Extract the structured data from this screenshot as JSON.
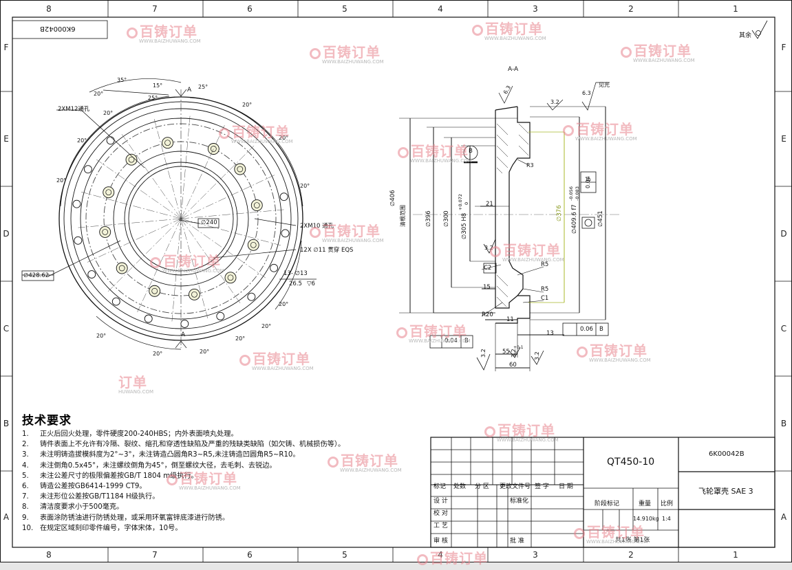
{
  "zones": {
    "columns": [
      "8",
      "7",
      "6",
      "5",
      "4",
      "3",
      "2",
      "1"
    ],
    "rows": [
      "F",
      "E",
      "D",
      "C",
      "B",
      "A"
    ]
  },
  "drawing_no_box": "6K00042B",
  "roughness_else": "其余",
  "view_section_label": "A-A",
  "circular_view": {
    "angles": [
      "35°",
      "15°",
      "25°",
      "25°",
      "20°",
      "20°",
      "20°",
      "20°",
      "20°",
      "20°",
      "20°",
      "20°",
      "20°",
      "20°",
      "20°",
      "20°",
      "20°"
    ],
    "section_mark_a": "A",
    "callouts": {
      "tap_top": "2XM12通孔",
      "tap_right": "2XM10 通孔",
      "holes": "12X ∅11 贯穿 EQS",
      "pcd": "∅240",
      "od": "∅428.62",
      "thread": "13- ∅13",
      "depth": "26.5",
      "depth_sym": "▽6"
    }
  },
  "section_view": {
    "dims": {
      "d406": "∅406",
      "d406_note": "清根范围",
      "d396": "∅396",
      "d300": "∅300",
      "d305": "∅305 H8",
      "tol305_u": "+0.072",
      "tol305_l": "0",
      "d376": "∅376",
      "d409": "∅409.6 f7",
      "tol409_u": "-0.056",
      "tol409_l": "-0.083",
      "d451": "∅451",
      "r5a": "R5",
      "r5b": "R5",
      "r20": "R20",
      "c1": "C1",
      "c2": "C2",
      "r3": "R3",
      "w21": "21",
      "w15": "15",
      "w11": "11",
      "w13": "13",
      "w55": "55",
      "w55_tol_u": "+0.1",
      "w55_tol_l": "0",
      "w60": "60",
      "rough_63a": "6.3",
      "rough_63b": "6.3",
      "rough_32a": "3.2",
      "rough_32b": "3.2",
      "rough_32c": "3.2",
      "rough_32d": "3.2",
      "rough_32e": "3.2",
      "rough_note": "见光",
      "datum_b": "B",
      "runout_1": "0.06",
      "runout_2": "0.04",
      "flat_1": "0.04",
      "fcf_b1": "B",
      "fcf_b2": "B"
    }
  },
  "tech": {
    "title": "技术要求",
    "items": [
      {
        "n": "1.",
        "text": "正火后回火处理，零件硬度200-240HBS；内外表面喷丸处理。"
      },
      {
        "n": "2.",
        "text": "铸件表面上不允许有冷隔、裂纹、缩孔和穿透性缺陷及严重的残缺类缺陷（如欠铸、机械损伤等）。"
      },
      {
        "n": "3.",
        "text": "未注明铸造拔模斜度为2°~3°，未注铸造凸圆角R3~R5,未注铸造凹圆角R5~R10。"
      },
      {
        "n": "4.",
        "text": "未注倒角0.5x45°，未注螺纹倒角为45°，倒至螺纹大径，去毛刺、去锐边。"
      },
      {
        "n": "5.",
        "text": "未注公差尺寸的极限偏差按GB/T 1804 m级执行。"
      },
      {
        "n": "6.",
        "text": "铸造公差按GB6414-1999 CT9。"
      },
      {
        "n": "7.",
        "text": "未注形位公差按GB/T1184 H级执行。"
      },
      {
        "n": "8.",
        "text": "清洁度要求小于500毫克。"
      },
      {
        "n": "9.",
        "text": "表面涂防锈油进行防锈处理，或采用环氧富锌底漆进行防锈。"
      },
      {
        "n": "10.",
        "text": "在规定区域刻印零件编号，字体宋体，10号。"
      }
    ]
  },
  "title_block": {
    "material": "QT450-10",
    "part_no": "6K00042B",
    "part_name": "飞轮罩壳 SAE 3",
    "row_headers": [
      "标记",
      "处数",
      "分 区",
      "更改文件号",
      "签 字",
      "日 期"
    ],
    "left_rows": [
      "设 计",
      "校 对",
      "工 艺",
      "审 核"
    ],
    "std": "标准化",
    "approve": "批 准",
    "stage": "阶段标记",
    "weight_label": "重量",
    "scale_label": "比例",
    "weight": "14.910kg",
    "scale": "1:4",
    "sheets": "共1张 第1张"
  },
  "watermark": {
    "text": "百铸订单",
    "url": "WWW.BAIZHUWANG.COM",
    "partial_text": "订单",
    "partial_url": "HUWANG.COM"
  },
  "colors": {
    "line": "#111111",
    "center": "#444444",
    "highlight": "#a8b82a",
    "watermark": "#e8848e"
  }
}
